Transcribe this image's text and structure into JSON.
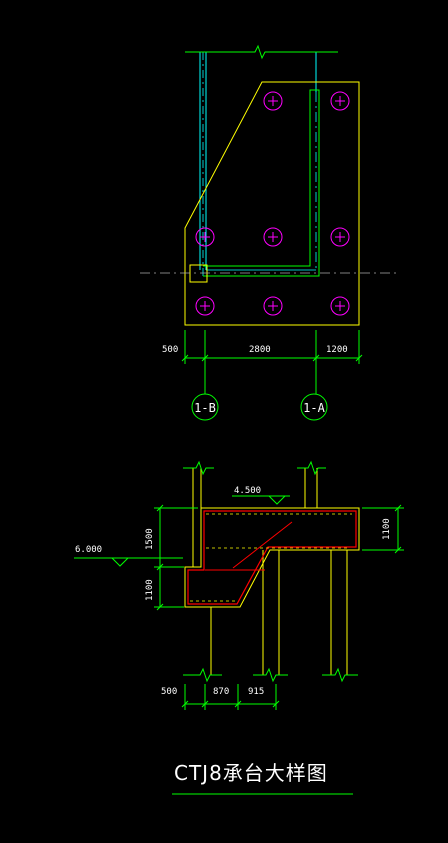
{
  "plan_view": {
    "dimensions": [
      "500",
      "2800",
      "1200"
    ],
    "axes": [
      "1-B",
      "1-A"
    ]
  },
  "section_view": {
    "elevations": [
      "4.500",
      "6.000"
    ],
    "vertical_dimensions": [
      "1500",
      "1100",
      "1100"
    ],
    "bottom_dimensions": [
      "500",
      "870",
      "915"
    ]
  },
  "title": "CTJ8承台大样图",
  "colors": {
    "background": "#000000",
    "outline": "#ffff00",
    "pile": "#ff00ff",
    "rebar_section": "#ff0000",
    "column": "#00ffff",
    "green_line": "#00ff00",
    "text": "#ffffff"
  }
}
